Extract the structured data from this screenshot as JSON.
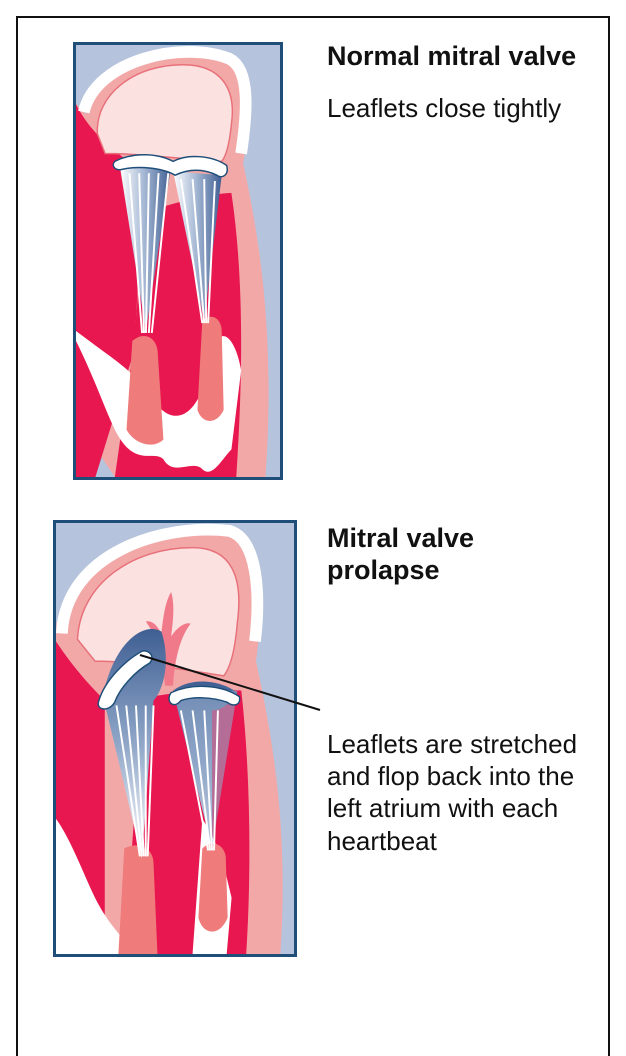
{
  "normal": {
    "title": "Normal mitral valve",
    "caption": "Leaflets close tightly"
  },
  "prolapse": {
    "title": "Mitral valve prolapse",
    "caption": "Leaflets are stretched and flop back into the left atrium with each heartbeat"
  },
  "colors": {
    "frame": "#111111",
    "panel_border": "#1f4e79",
    "background_blue": "#b5c3dc",
    "muscle_red": "#e8174f",
    "muscle_pink": "#f3a8a8",
    "papillary": "#ef7b7b",
    "atrium": "#fbe1e0",
    "leaflet_blue": "#5f7fae"
  }
}
